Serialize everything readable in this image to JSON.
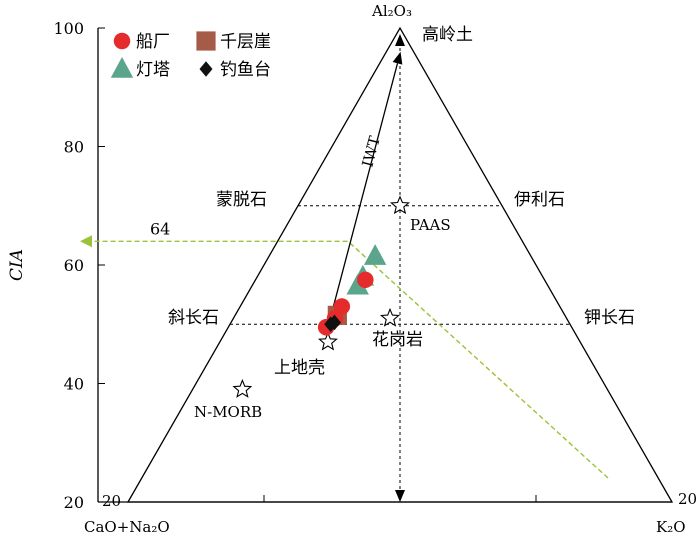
{
  "chart_data": {
    "type": "scatter",
    "ylabel": "CIA",
    "ylim": [
      20,
      100
    ],
    "yticks": [
      20,
      40,
      60,
      80,
      100
    ],
    "bottom_left_tick": "20",
    "bottom_right_tick": "20",
    "apex_labels": {
      "top": "Al₂O₃",
      "left": "CaO+Na₂O",
      "right": "K₂O"
    },
    "legend": [
      {
        "label": "船厂",
        "marker": "circle",
        "color": "#e52b2b"
      },
      {
        "label": "千层崖",
        "marker": "square",
        "color": "#a65a48"
      },
      {
        "label": "灯塔",
        "marker": "triangle",
        "color": "#5aa58c"
      },
      {
        "label": "钓鱼台",
        "marker": "diamond",
        "color": "#111111"
      }
    ],
    "reference_minerals": [
      {
        "name": "高岭土",
        "cia": 100,
        "pos": 0.5,
        "marker": "none"
      },
      {
        "name": "蒙脱石",
        "cia": 70,
        "pos": 0.2,
        "marker": "none"
      },
      {
        "name": "伊利石",
        "cia": 70,
        "pos": 0.8,
        "marker": "none"
      },
      {
        "name": "PAAS",
        "cia": 70,
        "pos": 0.5,
        "marker": "star"
      },
      {
        "name": "斜长石",
        "cia": 50,
        "pos": 0.08,
        "marker": "none"
      },
      {
        "name": "钾长石",
        "cia": 50,
        "pos": 0.92,
        "marker": "none"
      },
      {
        "name": "花岗岩",
        "cia": 51,
        "pos": 0.47,
        "marker": "star"
      },
      {
        "name": "上地壳",
        "cia": 47,
        "pos": 0.3,
        "marker": "star"
      },
      {
        "name": "N-MORB",
        "cia": 39,
        "pos": 0.12,
        "marker": "star"
      }
    ],
    "trend_arrow": {
      "label": "IWT",
      "from": {
        "cia": 49,
        "pos": 0.29
      },
      "to": {
        "cia": 96,
        "pos": 0.52
      }
    },
    "cia_line": {
      "label": "64",
      "value": 64
    },
    "series": [
      {
        "name": "船厂",
        "marker": "circle",
        "color": "#e52b2b",
        "points": [
          {
            "cia": 49.5,
            "pos": 0.285
          },
          {
            "cia": 53,
            "pos": 0.318
          },
          {
            "cia": 57.5,
            "pos": 0.38
          },
          {
            "cia": 51,
            "pos": 0.305
          }
        ]
      },
      {
        "name": "千层崖",
        "marker": "square",
        "color": "#a65a48",
        "points": [
          {
            "cia": 51.5,
            "pos": 0.31
          }
        ]
      },
      {
        "name": "灯塔",
        "marker": "triangle",
        "color": "#5aa58c",
        "points": [
          {
            "cia": 56.5,
            "pos": 0.357
          },
          {
            "cia": 58,
            "pos": 0.37
          },
          {
            "cia": 61.5,
            "pos": 0.405
          }
        ]
      },
      {
        "name": "钓鱼台",
        "marker": "diamond",
        "color": "#111111",
        "points": [
          {
            "cia": 50,
            "pos": 0.296
          },
          {
            "cia": 50.3,
            "pos": 0.306
          }
        ]
      }
    ]
  }
}
